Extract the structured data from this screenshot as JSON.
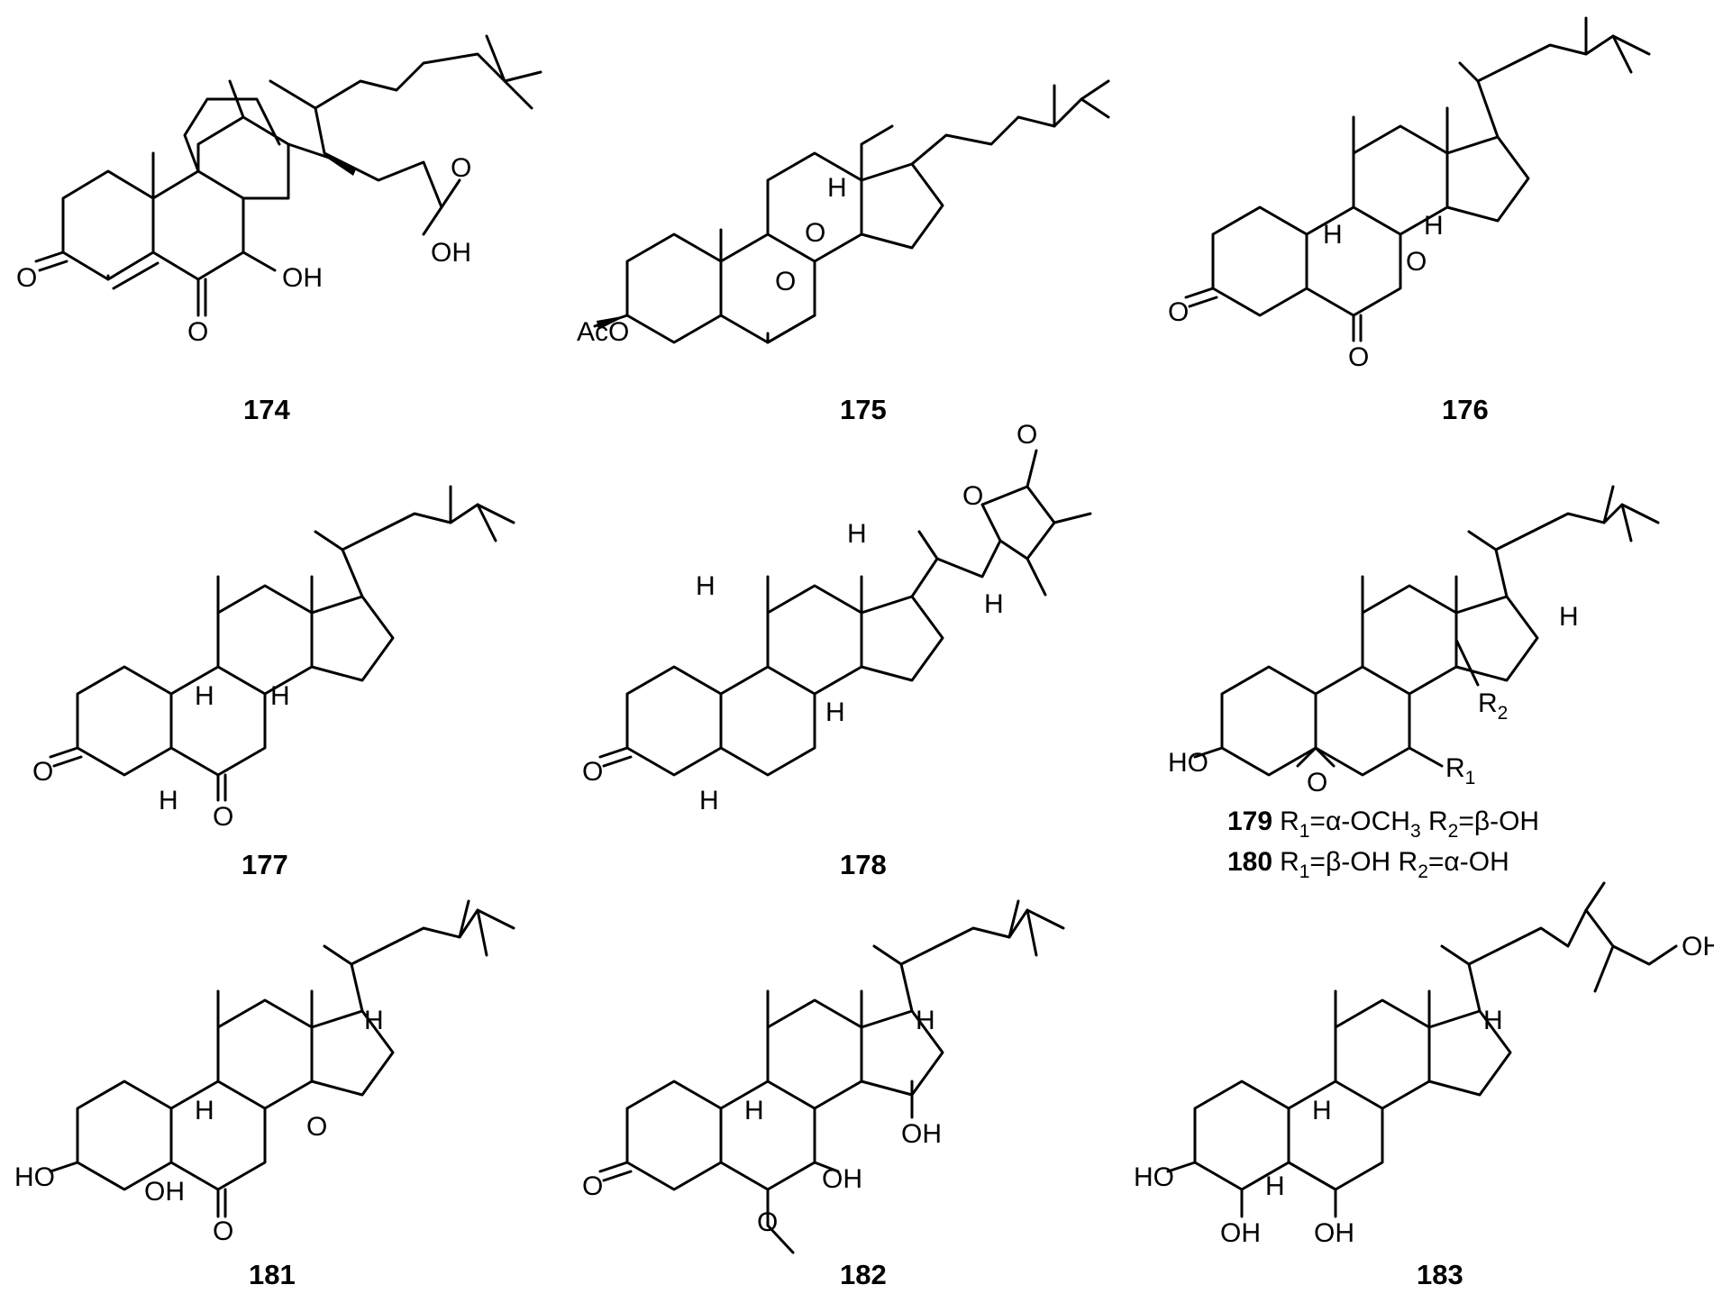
{
  "compounds": [
    {
      "id": "174"
    },
    {
      "id": "175"
    },
    {
      "id": "176"
    },
    {
      "id": "177"
    },
    {
      "id": "178"
    },
    {
      "id": "179",
      "caption": "R1=α-OCH3 R2=β-OH"
    },
    {
      "id": "180",
      "caption": "R1=β-OH R2=α-OH"
    },
    {
      "id": "181"
    },
    {
      "id": "182"
    },
    {
      "id": "183"
    }
  ],
  "atom_labels": {
    "O": "O",
    "OH": "OH",
    "HO": "HO",
    "H": "H",
    "AcO": "AcO",
    "R1": "R1",
    "R2": "R2"
  },
  "captions": {
    "c179": {
      "r1": "R",
      "sub1": "1",
      "t1": "=α-OCH",
      "sub3": "3",
      "r2": " R",
      "sub2": "2",
      "t2": "=β-OH"
    },
    "c180": {
      "r1": "R",
      "sub1": "1",
      "t1": "=β-OH",
      "r2": " R",
      "sub2": "2",
      "t2": "=α-OH"
    }
  }
}
